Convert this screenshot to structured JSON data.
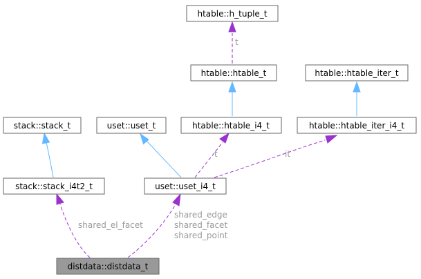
{
  "colors": {
    "node_fill": "#ffffff",
    "node_stroke": "#666666",
    "root_fill": "#999999",
    "root_stroke": "#666666",
    "inherit_edge": "#63b8ff",
    "usage_edge": "#9a32cd",
    "edge_label": "#9a9a9a"
  },
  "nodes": {
    "h_tuple_t": "htable::h_tuple_t",
    "htable_t": "htable::htable_t",
    "htable_iter_t": "htable::htable_iter_t",
    "stack_t": "stack::stack_t",
    "uset_t": "uset::uset_t",
    "htable_i4_t": "htable::htable_i4_t",
    "htable_iter_i4_t": "htable::htable_iter_i4_t",
    "stack_i4t2_t": "stack::stack_i4t2_t",
    "uset_i4_t": "uset::uset_i4_t",
    "distdata_t": "distdata::distdata_t"
  },
  "edge_labels": {
    "t_htable_h_tuple": "t",
    "t_uset_htable_i4": "t",
    "it_uset_htable_iter_i4": "it",
    "shared_el_facet": "shared_el_facet",
    "shared_edge": "shared_edge",
    "shared_facet": "shared_facet",
    "shared_point": "shared_point"
  }
}
